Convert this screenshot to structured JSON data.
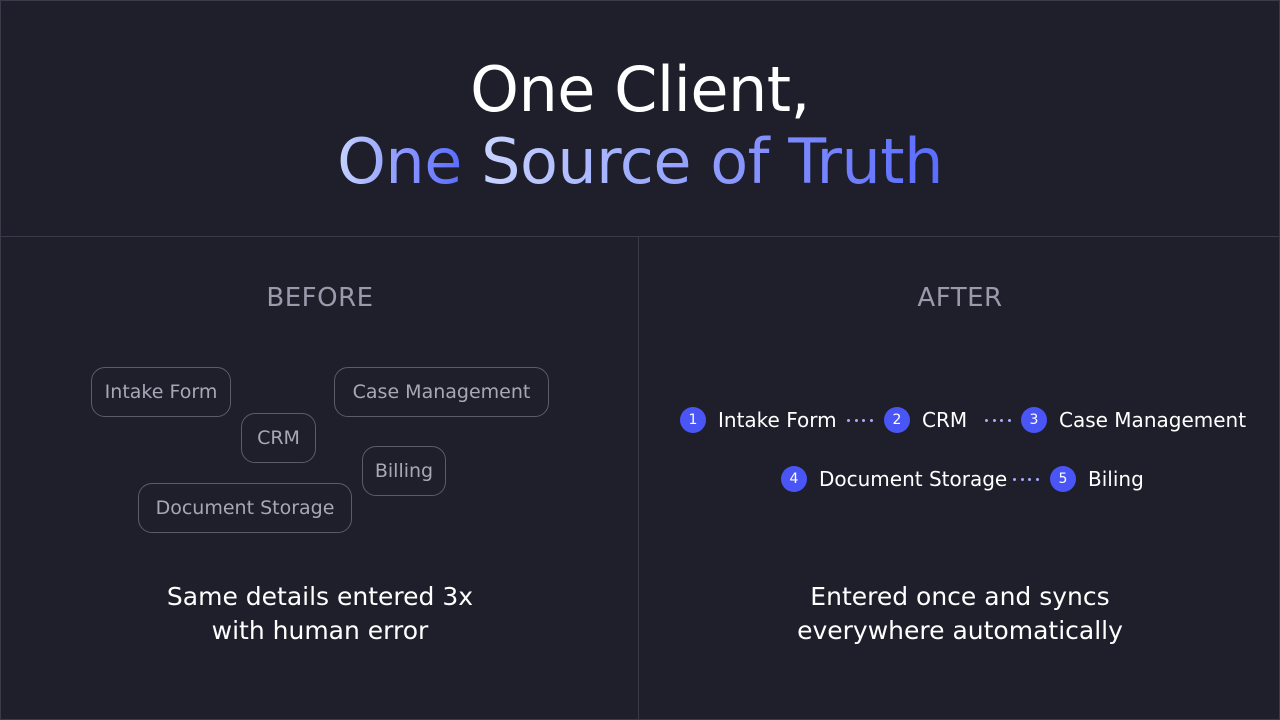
{
  "title": {
    "line1": "One Client,",
    "line2_prefix": "One",
    "line2_highlight": "Source of Truth"
  },
  "before": {
    "label": "BEFORE",
    "pills": [
      {
        "name": "intake-form",
        "label": "Intake Form"
      },
      {
        "name": "case-management",
        "label": "Case Management"
      },
      {
        "name": "crm",
        "label": "CRM"
      },
      {
        "name": "billing",
        "label": "Billing"
      },
      {
        "name": "document-storage",
        "label": "Document Storage"
      }
    ],
    "caption_line1": "Same details entered 3x",
    "caption_line2": "with human error"
  },
  "after": {
    "label": "AFTER",
    "steps": [
      {
        "number": "1",
        "label": "Intake Form"
      },
      {
        "number": "2",
        "label": "CRM"
      },
      {
        "number": "3",
        "label": "Case Management"
      },
      {
        "number": "4",
        "label": "Document Storage"
      },
      {
        "number": "5",
        "label": "Biling"
      }
    ],
    "caption_line1": "Entered once and syncs",
    "caption_line2": "everywhere automatically"
  },
  "colors": {
    "background": "#1f1f2b",
    "border": "#3a3a4a",
    "accent": "#4a55f5",
    "gradient_start": "#c8d4ff",
    "gradient_end": "#5a6cff",
    "muted_text": "#9a9aab"
  }
}
